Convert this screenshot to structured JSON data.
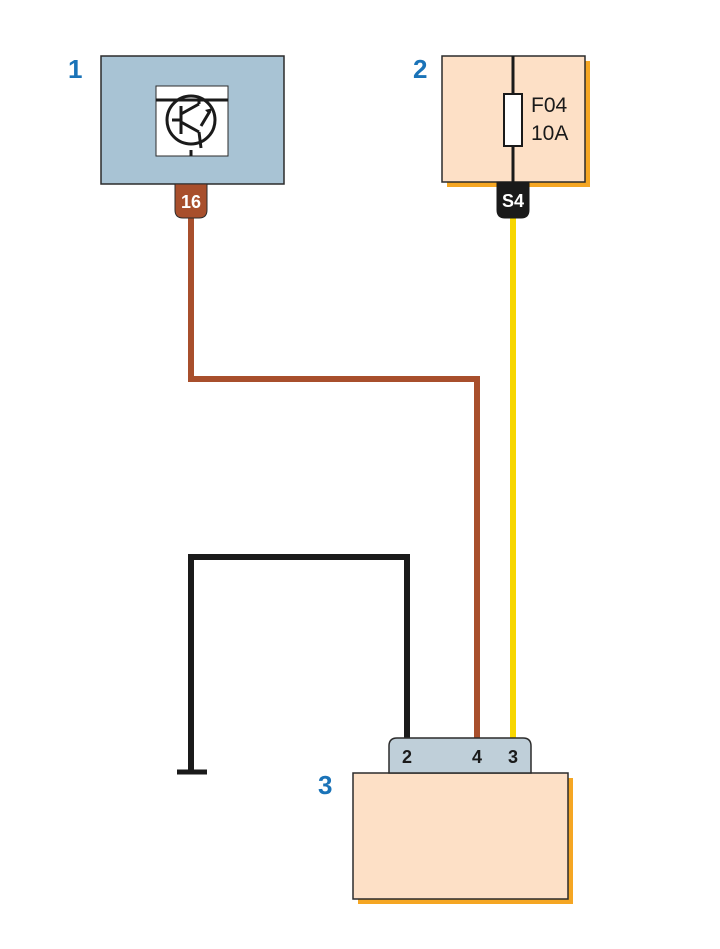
{
  "components": {
    "c1": {
      "number": "1",
      "pin": "16"
    },
    "c2": {
      "number": "2",
      "pin": "S4",
      "fuse_id": "F04",
      "fuse_rating": "10A"
    },
    "c3": {
      "number": "3",
      "pins": [
        "2",
        "4",
        "3"
      ]
    }
  },
  "colors": {
    "wire_brown": "#a84f2c",
    "wire_yellow": "#f7d600",
    "wire_black": "#1a1a1a",
    "box_blue": "#a8c3d4",
    "box_peach": "#fde0c6",
    "shadow_orange": "#f5a623",
    "label_blue": "#1a73b8",
    "connector_gray": "#bfcfd9"
  }
}
